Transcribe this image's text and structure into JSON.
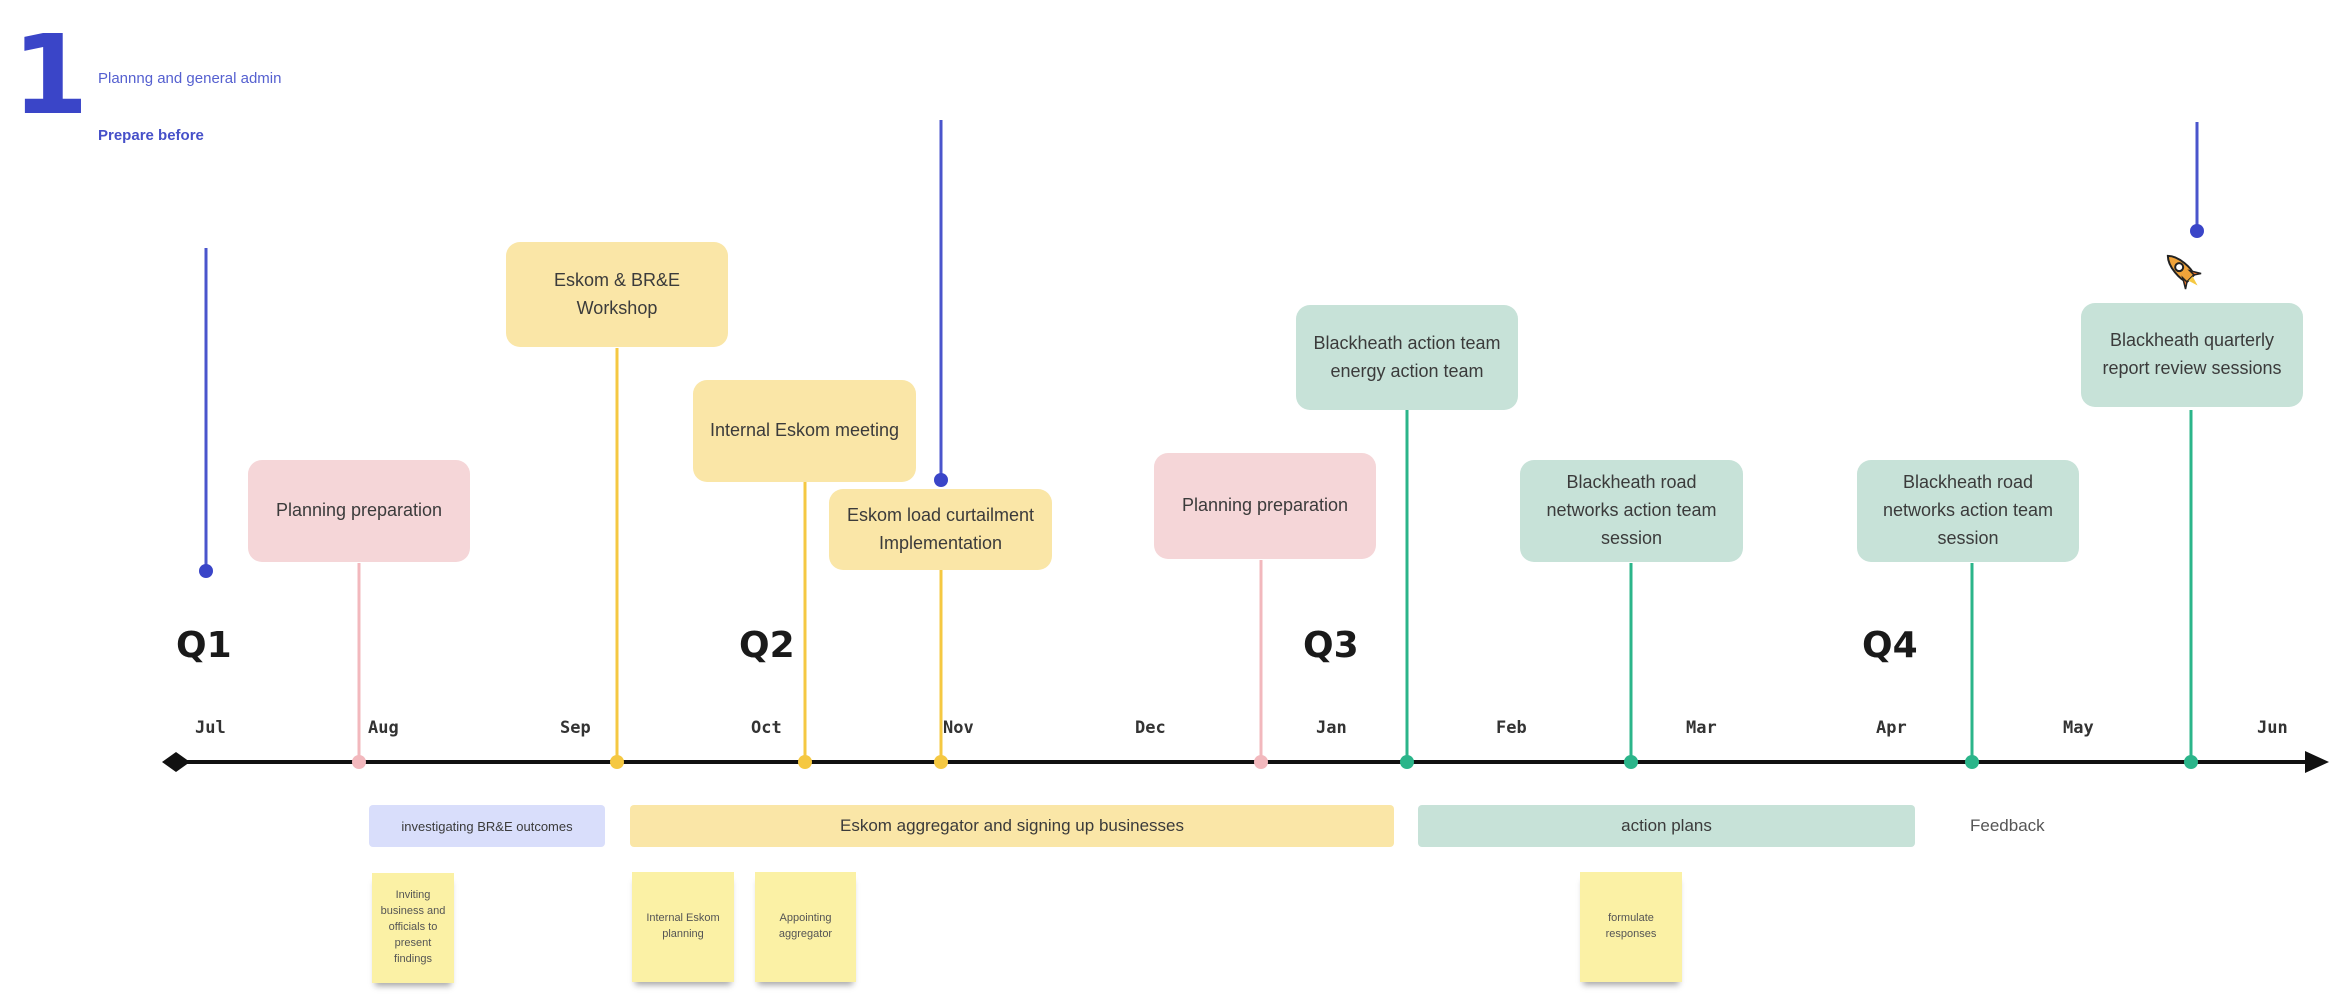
{
  "header": {
    "number": "1",
    "subtitle": "Plannng and general admin",
    "prepare": "Prepare before"
  },
  "quarters": [
    "Q1",
    "Q2",
    "Q3",
    "Q4"
  ],
  "months": [
    "Jul",
    "Aug",
    "Sep",
    "Oct",
    "Nov",
    "Dec",
    "Jan",
    "Feb",
    "Mar",
    "Apr",
    "May",
    "Jun"
  ],
  "cards": [
    {
      "text": "Planning preparation",
      "color": "pink"
    },
    {
      "text": "Eskom & BR&E Workshop",
      "color": "yellow"
    },
    {
      "text": "Internal Eskom meeting",
      "color": "yellow"
    },
    {
      "text": "Eskom load curtailment Implementation",
      "color": "yellow"
    },
    {
      "text": "Planning preparation",
      "color": "pink"
    },
    {
      "text": "Blackheath action team energy action team",
      "color": "teal"
    },
    {
      "text": "Blackheath road networks action team session",
      "color": "teal"
    },
    {
      "text": "Blackheath road networks action team session",
      "color": "teal"
    },
    {
      "text": "Blackheath quarterly report review sessions",
      "color": "teal"
    }
  ],
  "bars": [
    {
      "text": "investigating BR&E outcomes",
      "color": "blue"
    },
    {
      "text": "Eskom aggregator and signing up businesses",
      "color": "yellow"
    },
    {
      "text": "action plans",
      "color": "teal"
    }
  ],
  "feedback": "Feedback",
  "stickies": [
    "Inviting business and officials to present findings",
    "Internal Eskom planning",
    "Appointing aggregator",
    "formulate responses"
  ],
  "colors": {
    "accent_blue": "#3a45c8",
    "pink_line": "#f2b8bd",
    "yellow_line": "#f5c842",
    "teal_line": "#2bb58a",
    "timeline": "#111111"
  },
  "icons": [
    "rocket-icon"
  ]
}
